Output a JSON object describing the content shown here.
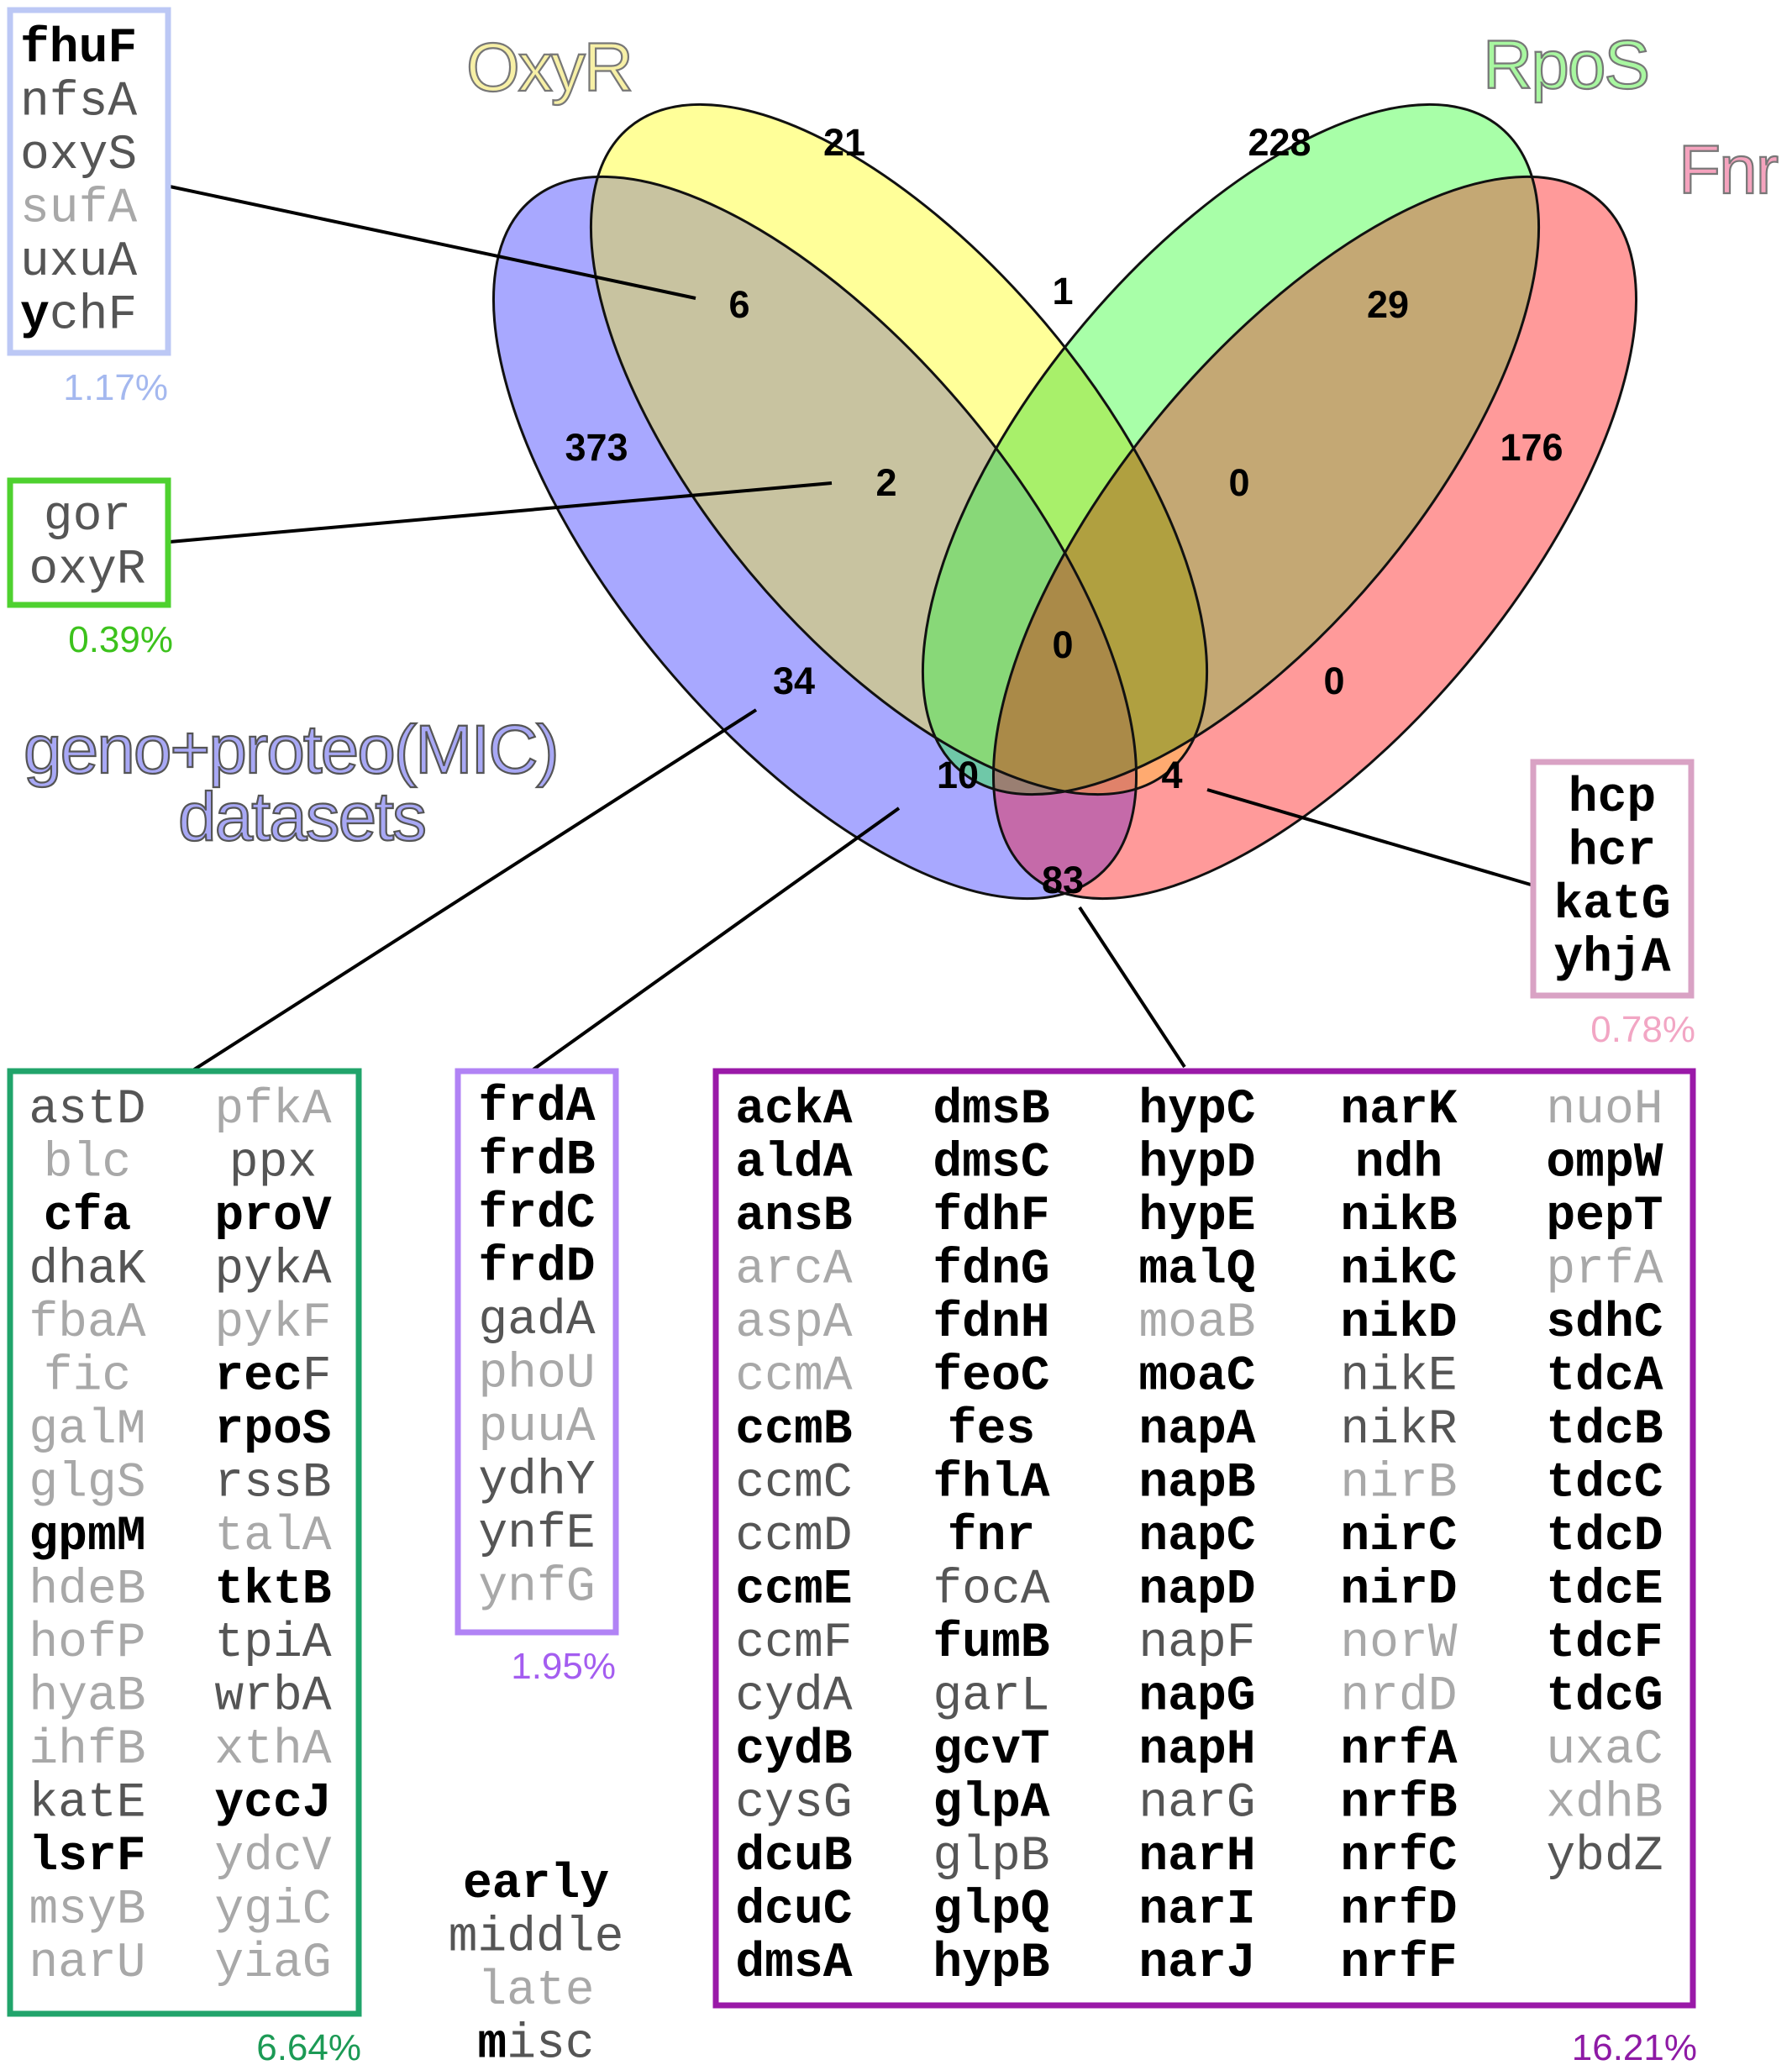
{
  "sets": [
    {
      "name": "OxyR",
      "color": "#ffff99",
      "label_color": "#f7f0a6"
    },
    {
      "name": "RpoS",
      "color": "#a8ffa8",
      "label_color": "#a8f7a0"
    },
    {
      "name": "Fnr",
      "color": "#ff9a9a",
      "label_color": "#f5a3be"
    },
    {
      "name": "geno+proteo(MIC)",
      "name_line2": "datasets",
      "color": "#a8a8ff",
      "label_color": "#a8a8f5"
    }
  ],
  "counts": {
    "o": "21",
    "r": "228",
    "f": "176",
    "g": "373",
    "og": "6",
    "or": "1",
    "rf": "29",
    "ogr": "2",
    "orf": "0",
    "ogrf": "0",
    "gr": "34",
    "of": "0",
    "grf": "10",
    "gf": "4",
    "gf_only": "83"
  },
  "boxes": {
    "og": {
      "color": "#bcc8f5",
      "pct_color": "#a4b8ef",
      "pct": "1.17%",
      "genes": [
        {
          "t": "fhuF",
          "c": "early"
        },
        {
          "t": "nfsA",
          "c": "middle"
        },
        {
          "t": "oxyS",
          "c": "middle"
        },
        {
          "t": "sufA",
          "c": "late"
        },
        {
          "t": "uxuA",
          "c": "middle"
        },
        {
          "t": "y",
          "t2": "chF",
          "c": "misc"
        }
      ]
    },
    "ogr": {
      "color": "#4ed12f",
      "pct_color": "#3cc21c",
      "pct": "0.39%",
      "genes": [
        {
          "t": "gor",
          "c": "middle"
        },
        {
          "t": "oxyR",
          "c": "middle"
        }
      ]
    },
    "gr": {
      "color": "#21a46b",
      "pct_color": "#1c9a55",
      "pct": "6.64%",
      "col1": [
        {
          "t": "astD",
          "c": "middle"
        },
        {
          "t": "blc",
          "c": "late"
        },
        {
          "t": "cfa",
          "c": "early"
        },
        {
          "t": "dhaK",
          "c": "middle"
        },
        {
          "t": "fbaA",
          "c": "late"
        },
        {
          "t": "fic",
          "c": "late"
        },
        {
          "t": "galM",
          "c": "late"
        },
        {
          "t": "glgS",
          "c": "late"
        },
        {
          "t": "gpmM",
          "c": "early"
        },
        {
          "t": "hdeB",
          "c": "late"
        },
        {
          "t": "hofP",
          "c": "late"
        },
        {
          "t": "hyaB",
          "c": "late"
        },
        {
          "t": "ihfB",
          "c": "late"
        },
        {
          "t": "katE",
          "c": "middle"
        },
        {
          "t": "lsrF",
          "c": "early"
        },
        {
          "t": "msyB",
          "c": "late"
        },
        {
          "t": "narU",
          "c": "late"
        }
      ],
      "col2": [
        {
          "t": "pfkA",
          "c": "late"
        },
        {
          "t": "ppx",
          "c": "middle"
        },
        {
          "t": "proV",
          "c": "early"
        },
        {
          "t": "pykA",
          "c": "middle"
        },
        {
          "t": "pykF",
          "c": "late"
        },
        {
          "t": "rec",
          "t2": "F",
          "c": "misc"
        },
        {
          "t": "rpoS",
          "c": "early"
        },
        {
          "t": "rssB",
          "c": "middle"
        },
        {
          "t": "talA",
          "c": "late"
        },
        {
          "t": "tktB",
          "c": "early"
        },
        {
          "t": "tpiA",
          "c": "middle"
        },
        {
          "t": "wrbA",
          "c": "middle"
        },
        {
          "t": "xthA",
          "c": "late"
        },
        {
          "t": "yccJ",
          "c": "early"
        },
        {
          "t": "ydcV",
          "c": "late"
        },
        {
          "t": "ygiC",
          "c": "late"
        },
        {
          "t": "yiaG",
          "c": "late"
        }
      ]
    },
    "grf": {
      "color": "#b183f5",
      "pct_color": "#a45df0",
      "pct": "1.95%",
      "genes": [
        {
          "t": "frdA",
          "c": "early"
        },
        {
          "t": "frdB",
          "c": "early"
        },
        {
          "t": "frdC",
          "c": "early"
        },
        {
          "t": "frdD",
          "c": "early"
        },
        {
          "t": "gadA",
          "c": "middle"
        },
        {
          "t": "phoU",
          "c": "late"
        },
        {
          "t": "puuA",
          "c": "late"
        },
        {
          "t": "ydhY",
          "c": "middle"
        },
        {
          "t": "ynfE",
          "c": "middle"
        },
        {
          "t": "ynfG",
          "c": "late"
        }
      ]
    },
    "gf": {
      "color": "#d9a2c4",
      "pct_color": "#f2a6c4",
      "pct": "0.78%",
      "genes": [
        {
          "t": "hcp",
          "c": "early"
        },
        {
          "t": "hcr",
          "c": "early"
        },
        {
          "t": "katG",
          "c": "early"
        },
        {
          "t": "yhjA",
          "c": "early"
        }
      ]
    },
    "gf_only": {
      "color": "#9a19a8",
      "pct_color": "#8e1aa5",
      "pct": "16.21%",
      "col1": [
        {
          "t": "ackA",
          "c": "early"
        },
        {
          "t": "aldA",
          "c": "early"
        },
        {
          "t": "ansB",
          "c": "early"
        },
        {
          "t": "arcA",
          "c": "late"
        },
        {
          "t": "aspA",
          "c": "late"
        },
        {
          "t": "ccmA",
          "c": "late"
        },
        {
          "t": "ccmB",
          "c": "early"
        },
        {
          "t": "ccmC",
          "c": "middle"
        },
        {
          "t": "ccmD",
          "c": "middle"
        },
        {
          "t": "ccmE",
          "c": "early"
        },
        {
          "t": "ccmF",
          "c": "middle"
        },
        {
          "t": "cydA",
          "c": "middle"
        },
        {
          "t": "cydB",
          "c": "early"
        },
        {
          "t": "cysG",
          "c": "middle"
        },
        {
          "t": "dcuB",
          "c": "early"
        },
        {
          "t": "dcuC",
          "c": "early"
        },
        {
          "t": "dmsA",
          "c": "early"
        }
      ],
      "col2": [
        {
          "t": "dmsB",
          "c": "early"
        },
        {
          "t": "dmsC",
          "c": "early"
        },
        {
          "t": "fdhF",
          "c": "early"
        },
        {
          "t": "fdnG",
          "c": "early"
        },
        {
          "t": "fdnH",
          "c": "early"
        },
        {
          "t": "feoC",
          "c": "early"
        },
        {
          "t": "fes",
          "c": "early"
        },
        {
          "t": "fhlA",
          "c": "early"
        },
        {
          "t": "fnr",
          "c": "early"
        },
        {
          "t": "focA",
          "c": "middle"
        },
        {
          "t": "fumB",
          "c": "early"
        },
        {
          "t": "garL",
          "c": "middle"
        },
        {
          "t": "gcvT",
          "c": "early"
        },
        {
          "t": "glpA",
          "c": "early"
        },
        {
          "t": "glpB",
          "c": "middle"
        },
        {
          "t": "glpQ",
          "c": "early"
        },
        {
          "t": "hypB",
          "c": "early"
        }
      ],
      "col3": [
        {
          "t": "hypC",
          "c": "early"
        },
        {
          "t": "hypD",
          "c": "early"
        },
        {
          "t": "hypE",
          "c": "early"
        },
        {
          "t": "malQ",
          "c": "early"
        },
        {
          "t": "moaB",
          "c": "late"
        },
        {
          "t": "moaC",
          "c": "early"
        },
        {
          "t": "napA",
          "c": "early"
        },
        {
          "t": "napB",
          "c": "early"
        },
        {
          "t": "napC",
          "c": "early"
        },
        {
          "t": "napD",
          "c": "early"
        },
        {
          "t": "napF",
          "c": "middle"
        },
        {
          "t": "napG",
          "c": "early"
        },
        {
          "t": "napH",
          "c": "early"
        },
        {
          "t": "narG",
          "c": "middle"
        },
        {
          "t": "narH",
          "c": "early"
        },
        {
          "t": "narI",
          "c": "early"
        },
        {
          "t": "narJ",
          "c": "early"
        }
      ],
      "col4": [
        {
          "t": "narK",
          "c": "early"
        },
        {
          "t": "ndh",
          "c": "early"
        },
        {
          "t": "nikB",
          "c": "early"
        },
        {
          "t": "nikC",
          "c": "early"
        },
        {
          "t": "nikD",
          "c": "early"
        },
        {
          "t": "nikE",
          "c": "middle"
        },
        {
          "t": "nikR",
          "c": "middle"
        },
        {
          "t": "nirB",
          "c": "late"
        },
        {
          "t": "nirC",
          "c": "early"
        },
        {
          "t": "nirD",
          "c": "early"
        },
        {
          "t": "norW",
          "c": "late"
        },
        {
          "t": "nrdD",
          "c": "late"
        },
        {
          "t": "nrfA",
          "c": "early"
        },
        {
          "t": "nrfB",
          "c": "early"
        },
        {
          "t": "nrfC",
          "c": "early"
        },
        {
          "t": "nrfD",
          "c": "early"
        },
        {
          "t": "nrfF",
          "c": "early"
        }
      ],
      "col5": [
        {
          "t": "nuoH",
          "c": "late"
        },
        {
          "t": "ompW",
          "c": "early"
        },
        {
          "t": "pepT",
          "c": "early"
        },
        {
          "t": "prfA",
          "c": "late"
        },
        {
          "t": "sdhC",
          "c": "early"
        },
        {
          "t": "tdcA",
          "c": "early"
        },
        {
          "t": "tdcB",
          "c": "early"
        },
        {
          "t": "tdcC",
          "c": "early"
        },
        {
          "t": "tdcD",
          "c": "early"
        },
        {
          "t": "tdcE",
          "c": "early"
        },
        {
          "t": "tdcF",
          "c": "early"
        },
        {
          "t": "tdcG",
          "c": "early"
        },
        {
          "t": "uxaC",
          "c": "late"
        },
        {
          "t": "xdhB",
          "c": "late"
        },
        {
          "t": "ybdZ",
          "c": "middle"
        }
      ]
    }
  },
  "legend": [
    {
      "t": "early",
      "c": "early"
    },
    {
      "t": "middle",
      "c": "middle"
    },
    {
      "t": "late",
      "c": "late"
    },
    {
      "t": "m",
      "t2": "isc",
      "c": "misc"
    }
  ],
  "styles": {
    "early": {
      "fill": "#000000",
      "bold": true
    },
    "middle": {
      "fill": "#555555",
      "bold": false
    },
    "late": {
      "fill": "#a8a8a8",
      "bold": false
    }
  }
}
